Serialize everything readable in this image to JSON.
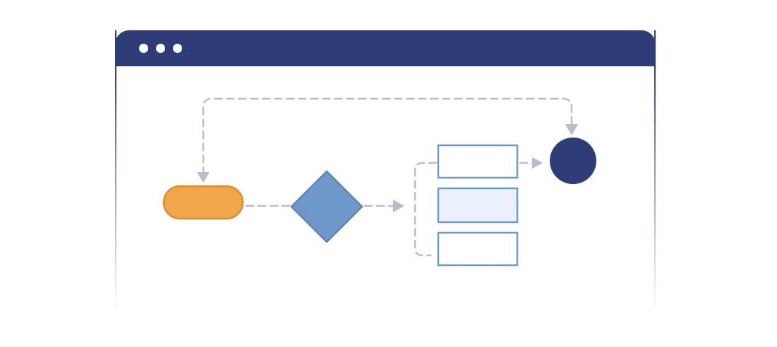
{
  "window": {
    "titlebar_color": "#2e3d78",
    "dots": [
      "window-dot-1",
      "window-dot-2",
      "window-dot-3"
    ]
  },
  "diagram": {
    "nodes": [
      {
        "id": "start",
        "shape": "terminator",
        "fill": "#f2a64a",
        "stroke": "#d9902e"
      },
      {
        "id": "decision",
        "shape": "diamond",
        "fill": "#7099cb",
        "stroke": "#5a84b8"
      },
      {
        "id": "process-1",
        "shape": "rectangle",
        "fill": "#ffffff",
        "stroke": "#7099cb"
      },
      {
        "id": "process-2",
        "shape": "rectangle",
        "fill": "#eaf1fa",
        "stroke": "#7099cb"
      },
      {
        "id": "process-3",
        "shape": "rectangle",
        "fill": "#ffffff",
        "stroke": "#7099cb"
      },
      {
        "id": "end",
        "shape": "circle",
        "fill": "#2e3d78",
        "stroke": "#2e3d78"
      }
    ],
    "edges": [
      {
        "from": "start",
        "to": "decision",
        "style": "dashed"
      },
      {
        "from": "decision",
        "to": "process-group",
        "style": "dashed",
        "arrow": true
      },
      {
        "from": "process-1",
        "to": "end",
        "style": "dashed",
        "arrow": true
      },
      {
        "from": "end",
        "to": "start",
        "style": "dashed",
        "arrow": true,
        "route": "loop-over-top"
      }
    ],
    "connector_color": "#b9bccb"
  }
}
